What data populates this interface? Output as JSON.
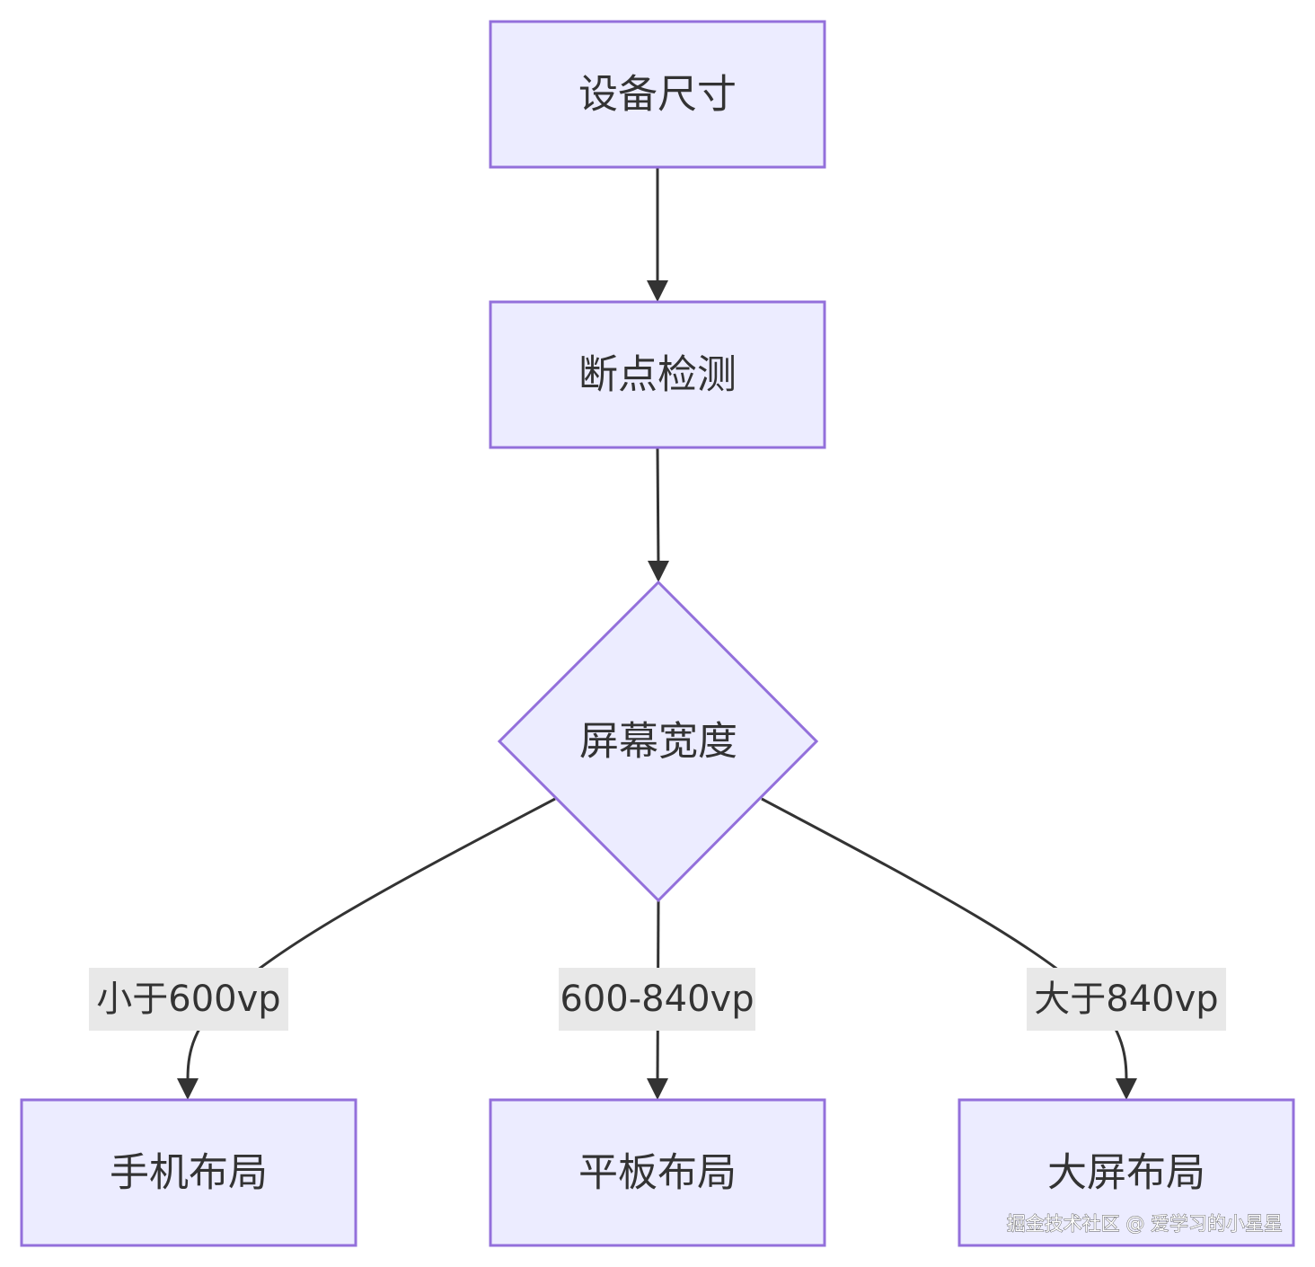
{
  "diagram": {
    "type": "flowchart",
    "nodes": {
      "device_size": {
        "label": "设备尺寸",
        "shape": "rect"
      },
      "breakpoint_detect": {
        "label": "断点检测",
        "shape": "rect"
      },
      "screen_width": {
        "label": "屏幕宽度",
        "shape": "diamond"
      },
      "phone_layout": {
        "label": "手机布局",
        "shape": "rect"
      },
      "tablet_layout": {
        "label": "平板布局",
        "shape": "rect"
      },
      "large_layout": {
        "label": "大屏布局",
        "shape": "rect"
      }
    },
    "edges": [
      {
        "from": "device_size",
        "to": "breakpoint_detect",
        "label": ""
      },
      {
        "from": "breakpoint_detect",
        "to": "screen_width",
        "label": ""
      },
      {
        "from": "screen_width",
        "to": "phone_layout",
        "label": "小于600vp"
      },
      {
        "from": "screen_width",
        "to": "tablet_layout",
        "label": "600-840vp"
      },
      {
        "from": "screen_width",
        "to": "large_layout",
        "label": "大于840vp"
      }
    ],
    "colors": {
      "node_fill": "#ECECFF",
      "node_stroke": "#9370DB",
      "edge": "#333333",
      "edge_label_bg": "#e8e8e8",
      "text": "#333333"
    }
  },
  "watermark": "掘金技术社区 @ 爱学习的小星星"
}
